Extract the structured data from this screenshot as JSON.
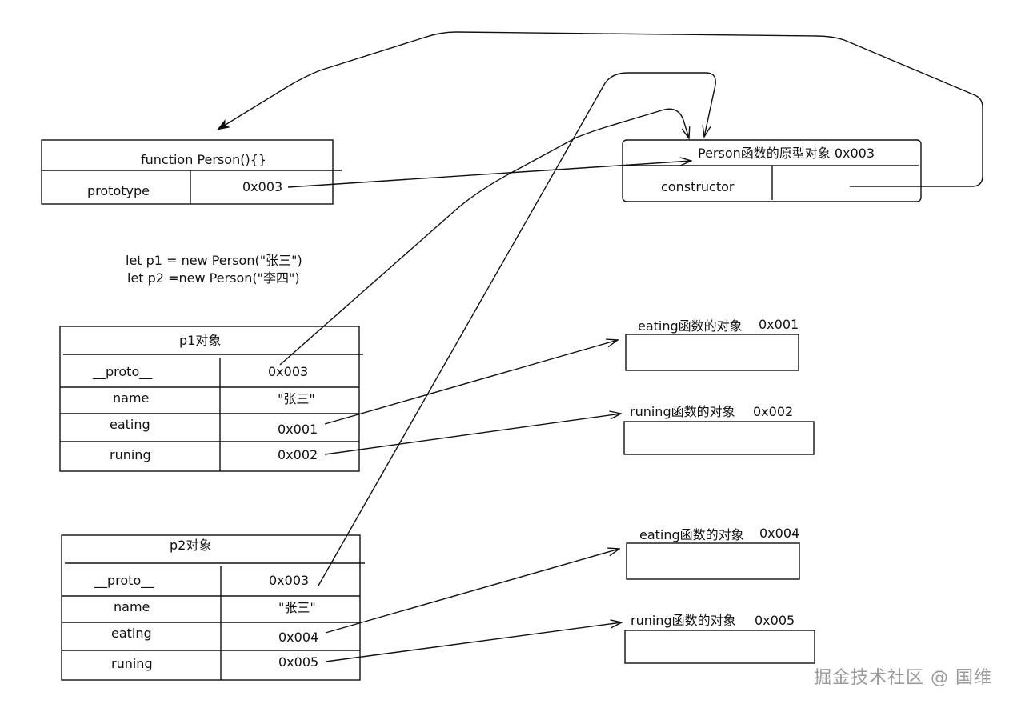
{
  "person_function": {
    "title": "function Person(){}",
    "row_label": "prototype",
    "row_value": "0x003"
  },
  "prototype_object": {
    "title": "Person函数的原型对象 0x003",
    "row_label": "constructor"
  },
  "code": {
    "line1": "let p1 = new Person(\"张三\")",
    "line2": "let p2 =new Person(\"李四\")"
  },
  "p1": {
    "title": "p1对象",
    "rows": [
      {
        "label": "__proto__",
        "value": "0x003"
      },
      {
        "label": "name",
        "value": "\"张三\""
      },
      {
        "label": "eating",
        "value": "0x001"
      },
      {
        "label": "runing",
        "value": "0x002"
      }
    ]
  },
  "p2": {
    "title": "p2对象",
    "rows": [
      {
        "label": "__proto__",
        "value": "0x003"
      },
      {
        "label": "name",
        "value": "\"张三\""
      },
      {
        "label": "eating",
        "value": "0x004"
      },
      {
        "label": "runing",
        "value": "0x005"
      }
    ]
  },
  "func_objects": [
    {
      "name": "eating函数的对象",
      "addr": "0x001"
    },
    {
      "name": "runing函数的对象",
      "addr": "0x002"
    },
    {
      "name": "eating函数的对象",
      "addr": "0x004"
    },
    {
      "name": "runing函数的对象",
      "addr": "0x005"
    }
  ],
  "watermark": "掘金技术社区 @ 国维"
}
